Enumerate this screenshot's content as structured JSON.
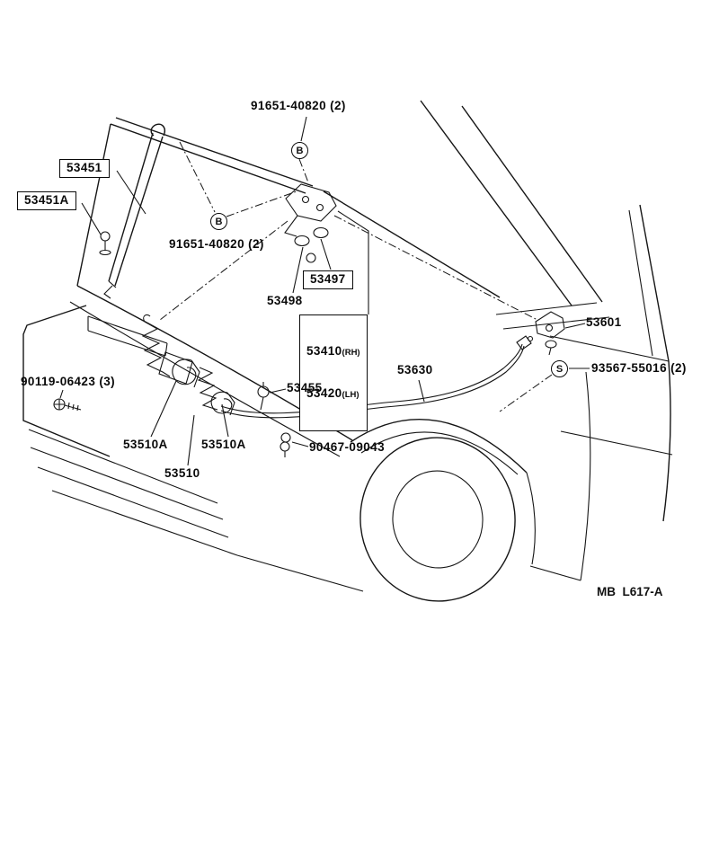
{
  "figure": {
    "code": "MB  L617-A"
  },
  "colors": {
    "ink": "#111111",
    "background": "#ffffff"
  },
  "callouts": {
    "b_upper": "B",
    "b_lower": "B",
    "s": "S"
  },
  "labels": {
    "bolt_top": "91651-40820 (2)",
    "bolt_mid": "91651-40820 (2)",
    "hood_rod": "53451",
    "hood_rod_grommet": "53451A",
    "cushion_1": "53497",
    "cushion_2": "53498",
    "hinge_rh_num": "53410",
    "hinge_rh_side": "(RH)",
    "hinge_lh_num": "53420",
    "hinge_lh_side": "(LH)",
    "cowl_grommet": "53601",
    "screw_s": "93567-55016 (2)",
    "release_cable": "53630",
    "bolt_front": "90119-06423 (3)",
    "clip": "53455",
    "hook_a1": "53510A",
    "hook_a2": "53510A",
    "lock": "53510",
    "clamp": "90467-09043"
  }
}
